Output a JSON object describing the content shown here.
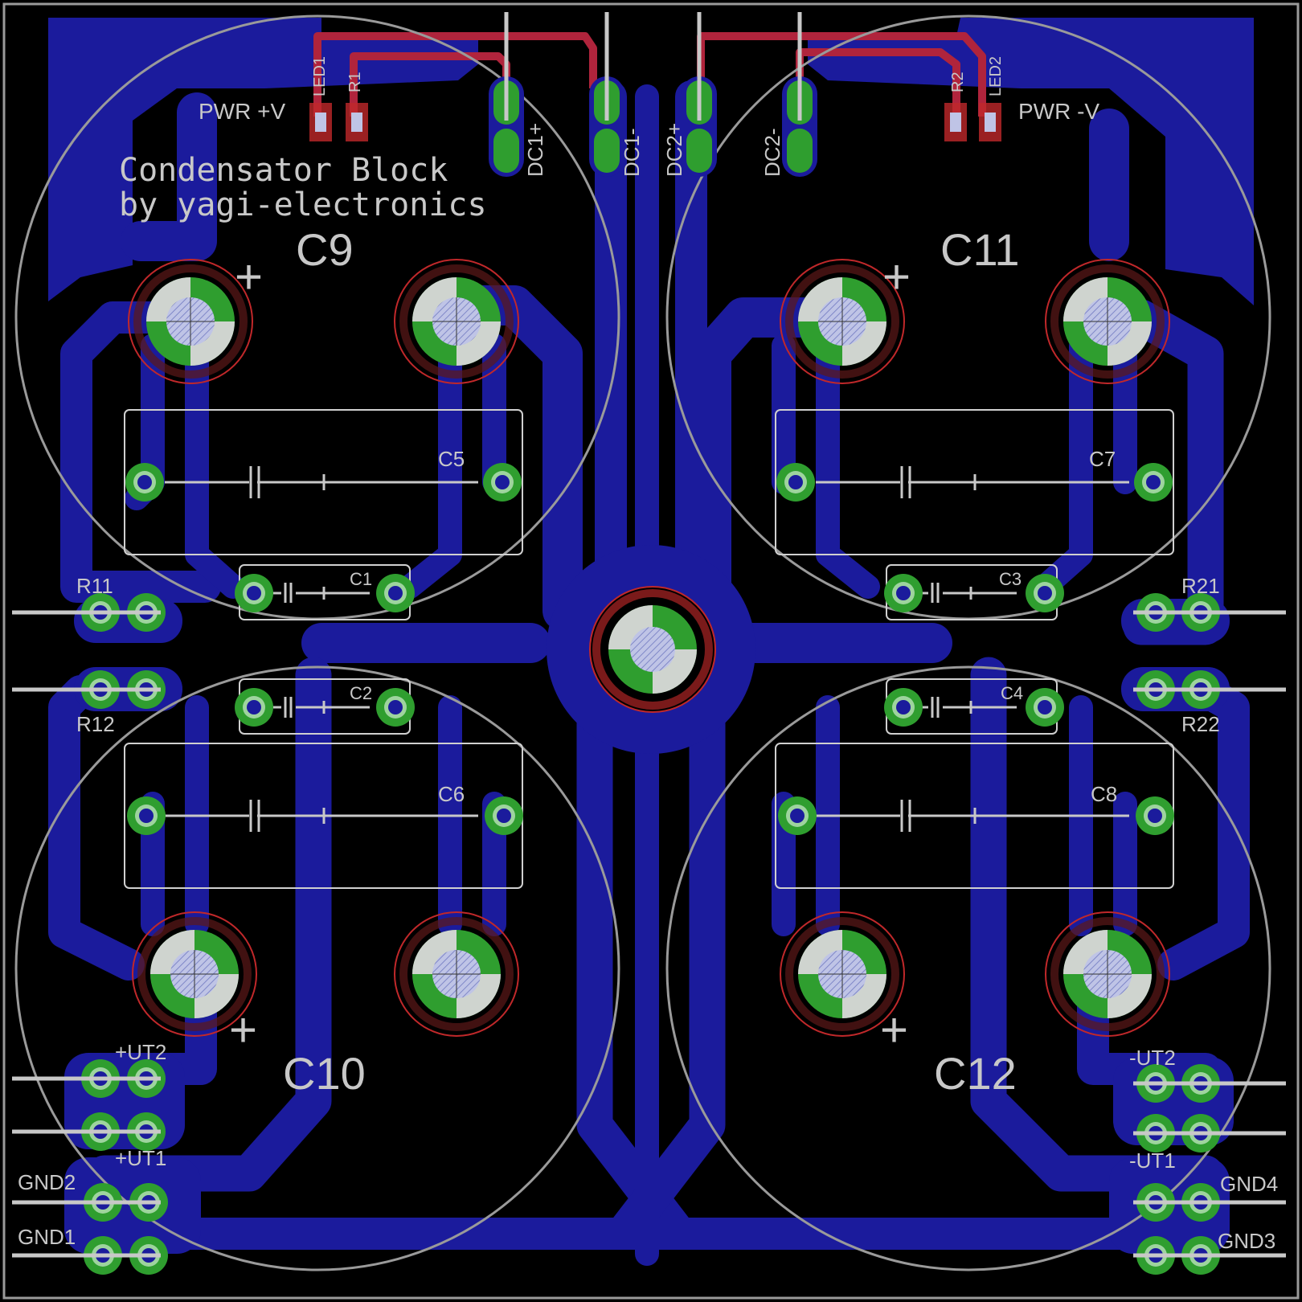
{
  "title_lines": [
    "Condensator Block",
    "by yagi-electronics"
  ],
  "colors": {
    "background": "#000000",
    "copper_bottom": "#1b1b9c",
    "copper_top": "#b0243c",
    "pad": "#2f9e2f",
    "silk": "#c8c8c8",
    "pad_ring": "#c0282a",
    "outline": "#9a9a9a"
  },
  "labels": {
    "pwr_pos": "PWR +V",
    "pwr_neg": "PWR -V",
    "led1": "LED1",
    "led2": "LED2",
    "r1": "R1",
    "r2": "R2",
    "dc1p": "DC1+",
    "dc1m": "DC1-",
    "dc2p": "DC2+",
    "dc2m": "DC2-",
    "c9": "C9",
    "c10": "C10",
    "c11": "C11",
    "c12": "C12",
    "c1": "C1",
    "c2": "C2",
    "c3": "C3",
    "c4": "C4",
    "c5": "C5",
    "c6": "C6",
    "c7": "C7",
    "c8": "C8",
    "r11": "R11",
    "r12": "R12",
    "r21": "R21",
    "r22": "R22",
    "ut2p": "+UT2",
    "ut1p": "+UT1",
    "ut2m": "-UT2",
    "ut1m": "-UT1",
    "gnd1": "GND1",
    "gnd2": "GND2",
    "gnd3": "GND3",
    "gnd4": "GND4",
    "plus": "+"
  }
}
